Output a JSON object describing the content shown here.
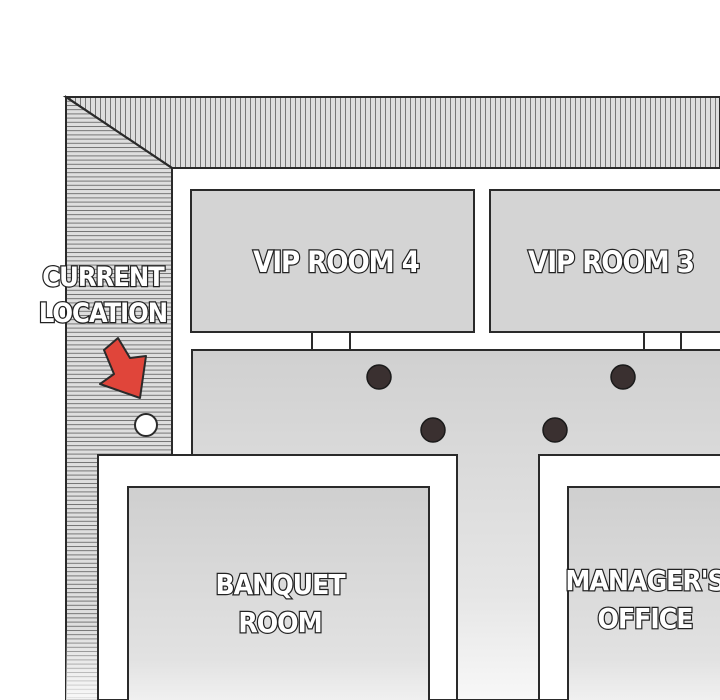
{
  "labels": {
    "current_location": [
      "CURRENT",
      "LOCATION"
    ],
    "vip_room_4": "VIP ROOM 4",
    "vip_room_3": "VIP ROOM 3",
    "banquet_room": [
      "BANQUET",
      "ROOM"
    ],
    "managers_office": [
      "MANAGER'S",
      "OFFICE"
    ]
  },
  "colors": {
    "wall_hatch_bg": "#d9d9d9",
    "room_fill": "#d4d4d4",
    "corridor_fill": "#d2d2d2",
    "outline": "#2a2a2a",
    "arrow": "#e0453a",
    "marker_dot": "#3a3030",
    "location_dot": "#ffffff"
  },
  "markers": {
    "count": 4,
    "current_location_marker": "white-circle"
  }
}
